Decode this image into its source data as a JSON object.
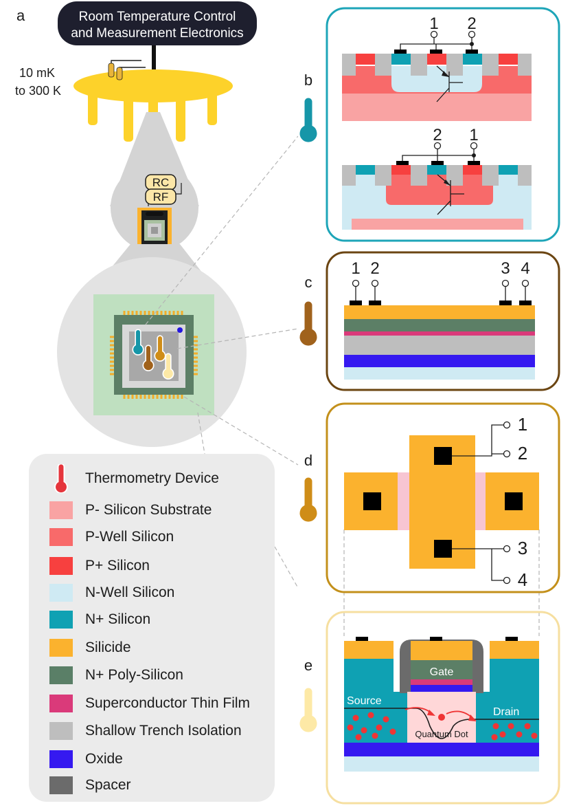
{
  "panel_labels": {
    "a": "a",
    "b": "b",
    "c": "c",
    "d": "d",
    "e": "e"
  },
  "header_box": {
    "line1": "Room Temperature Control",
    "line2": "and Measurement Electronics"
  },
  "temp_range": {
    "line1": "10 mK",
    "line2": "to 300 K"
  },
  "components": {
    "rc": "RC",
    "rf": "RF"
  },
  "panel_b": {
    "top_terminals": [
      "1",
      "2"
    ],
    "bottom_terminals": [
      "2",
      "1"
    ]
  },
  "panel_c": {
    "terminals": [
      "1",
      "2",
      "3",
      "4"
    ]
  },
  "panel_d": {
    "terminals": [
      "1",
      "2",
      "3",
      "4"
    ]
  },
  "panel_e": {
    "gate": "Gate",
    "source": "Source",
    "drain": "Drain",
    "quantum_dot": "Quantum Dot"
  },
  "legend": {
    "thermometry_label": "Thermometry Device",
    "items": [
      {
        "label": "P- Silicon Substrate",
        "color": "#f9a3a3"
      },
      {
        "label": "P-Well Silicon",
        "color": "#f86a6a"
      },
      {
        "label": "P+ Silicon",
        "color": "#f7403f"
      },
      {
        "label": "N-Well Silicon",
        "color": "#cfeaf3"
      },
      {
        "label": "N+ Silicon",
        "color": "#0fa1b3"
      },
      {
        "label": "Silicide",
        "color": "#fbb22e"
      },
      {
        "label": "N+ Poly-Silicon",
        "color": "#5a7f67"
      },
      {
        "label": "Superconductor Thin Film",
        "color": "#da3a7a"
      },
      {
        "label": "Shallow Trench Isolation",
        "color": "#bebebe"
      },
      {
        "label": "Oxide",
        "color": "#3519f0"
      },
      {
        "label": "Spacer",
        "color": "#6b6b6b"
      }
    ]
  },
  "colors": {
    "panel_b_border": "#1da5b8",
    "panel_c_border": "#6b4512",
    "panel_d_border": "#c3901b",
    "panel_e_border": "#f6dfa0",
    "stage_gold": "#fdd22a",
    "thermo_teal": "#1696a8",
    "thermo_brown": "#a0621c",
    "thermo_gold": "#cf8d18",
    "thermo_cream": "#fde9a6",
    "thermo_red": "#e5353c"
  }
}
